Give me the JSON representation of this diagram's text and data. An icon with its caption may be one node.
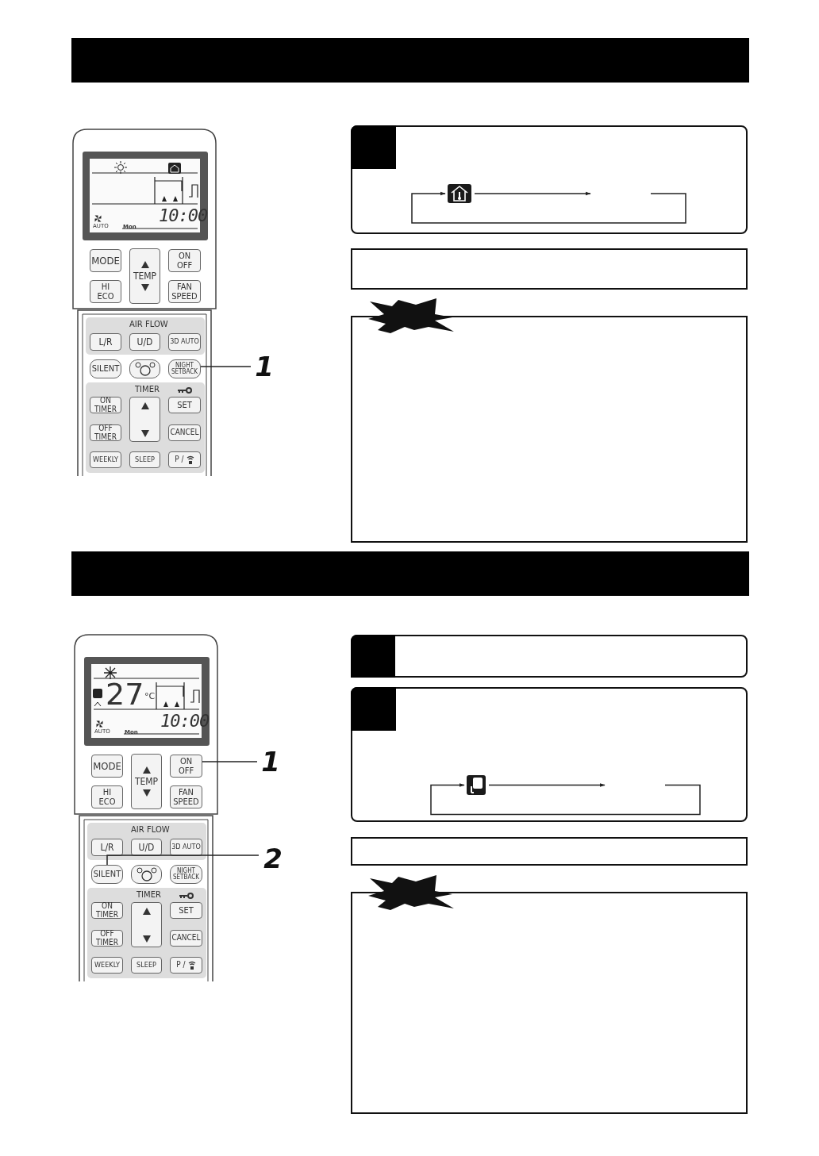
{
  "diagram": {
    "nodes": [
      {
        "text": [
          "MODE"
        ]
      },
      {
        "text": [
          "TEMP"
        ]
      },
      {
        "text": [
          "ON OFF"
        ]
      },
      {
        "text": [
          "HI ECO"
        ]
      },
      {
        "text": [
          "FAN SPEED"
        ]
      },
      {
        "text": [
          "L/R"
        ]
      },
      {
        "text": [
          "U/D"
        ]
      },
      {
        "text": [
          "3D AUTO"
        ]
      },
      {
        "text": [
          "SILENT"
        ]
      },
      {
        "text": [],
        "shape": "box"
      },
      {
        "text": [
          "NIGHT SETBACK"
        ]
      },
      {
        "text": [
          "ON TIMER"
        ]
      },
      {
        "text": [],
        "shape": "box"
      },
      {
        "text": [
          "SET"
        ]
      },
      {
        "text": [
          "OFF TIMER"
        ]
      },
      {
        "text": [
          "CANCEL"
        ]
      },
      {
        "text": [
          "WEEKLY"
        ]
      },
      {
        "text": [
          "SLEEP"
        ]
      },
      {
        "text": [
          "P /"
        ]
      },
      {
        "text": [
          "1"
        ]
      },
      {
        "text": [],
        "shape": "box"
      },
      {
        "text": [],
        "shape": "box",
        "in": 20
      },
      {
        "text": [],
        "shape": "box"
      },
      {
        "text": [],
        "shape": "box"
      },
      {
        "text": [
          "MODE"
        ]
      },
      {
        "text": [
          "TEMP"
        ]
      },
      {
        "text": [
          "ON OFF"
        ]
      },
      {
        "text": [
          "HI ECO"
        ]
      },
      {
        "text": [
          "FAN SPEED"
        ]
      },
      {
        "text": [
          "L/R"
        ]
      },
      {
        "text": [
          "U/D"
        ]
      },
      {
        "text": [
          "3D AUTO"
        ]
      },
      {
        "text": [
          "SILENT"
        ]
      },
      {
        "text": [],
        "shape": "box"
      },
      {
        "text": [
          "NIGHT SETBACK"
        ]
      },
      {
        "text": [
          "ON TIMER"
        ]
      },
      {
        "text": [],
        "shape": "box"
      },
      {
        "text": [
          "SET"
        ]
      },
      {
        "text": [
          "OFF TIMER"
        ]
      },
      {
        "text": [
          "CANCEL"
        ]
      },
      {
        "text": [
          "WEEKLY"
        ]
      },
      {
        "text": [
          "SLEEP"
        ]
      },
      {
        "text": [
          "P /"
        ]
      },
      {
        "text": [
          "1"
        ]
      },
      {
        "text": [
          "2"
        ]
      },
      {
        "text": [],
        "shape": "box"
      },
      {
        "text": [],
        "shape": "box"
      },
      {
        "text": [],
        "shape": "box",
        "in": 46
      },
      {
        "text": [],
        "shape": "box"
      },
      {
        "text": [],
        "shape": "box"
      },
      {
        "text": [],
        "shape": "starburst"
      },
      {
        "text": [],
        "shape": "starburst"
      }
    ],
    "edges": [
      {
        "from": 19,
        "to": 10,
        "arrow": "none"
      },
      {
        "from": 21,
        "to": null,
        "arrow": "to"
      },
      {
        "from": null,
        "to": 21,
        "arrow": "to"
      },
      {
        "from": 43,
        "to": 26,
        "arrow": "none"
      },
      {
        "from": 44,
        "to": 32,
        "arrow": "none"
      },
      {
        "from": 47,
        "to": null,
        "arrow": "to"
      },
      {
        "from": null,
        "to": 47,
        "arrow": "to"
      }
    ],
    "labels": [
      "10:00",
      "AUTO",
      "Mon",
      "AIR FLOW",
      "TIMER",
      "27",
      "°C",
      "10:00",
      "AUTO",
      "Mon",
      "AIR FLOW",
      "TIMER"
    ]
  }
}
